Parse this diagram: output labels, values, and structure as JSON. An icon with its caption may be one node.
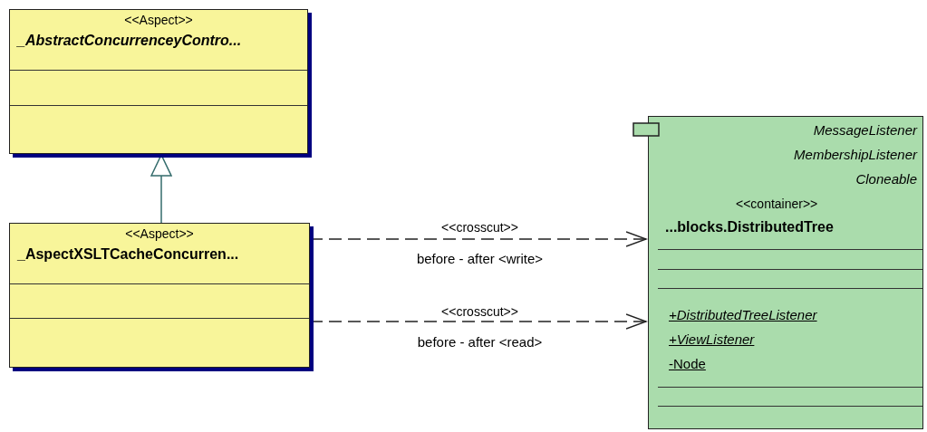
{
  "diagram": {
    "nodes": [
      {
        "text": [
          "<<Aspect>>",
          "_AbstractConcurrenceyContro..."
        ]
      },
      {
        "text": [
          "<<Aspect>>",
          "_AspectXSLTCacheConcurren..."
        ]
      },
      {
        "text": [
          "MessageListener",
          "MembershipListener",
          "Cloneable",
          "<<container>>",
          "...blocks.DistributedTree",
          "+DistributedTreeListener",
          "+ViewListener",
          "-Node"
        ]
      }
    ],
    "edges": [
      {
        "from": 1,
        "to": 0,
        "arrow": "to",
        "color": "#336b6b"
      },
      {
        "from": 1,
        "to": 2,
        "arrow": "to",
        "label": "<<crosscut>>",
        "style": "dashed"
      },
      {
        "from": 1,
        "to": 2,
        "arrow": "to",
        "label": "<<crosscut>>",
        "style": "dashed"
      }
    ],
    "labels": [
      "before - after <write>",
      "before - after <read>"
    ]
  }
}
